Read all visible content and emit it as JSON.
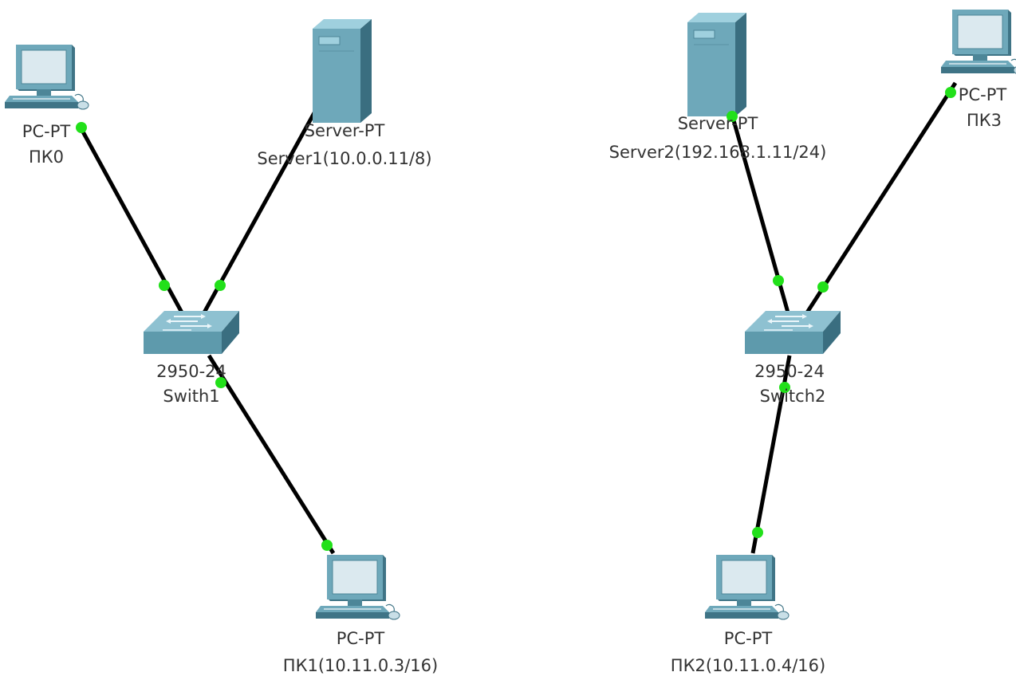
{
  "devices": {
    "pc0": {
      "model": "PC-PT",
      "name": "ПК0",
      "icon": "pc-icon"
    },
    "server1": {
      "model": "Server-PT",
      "name": "Server1(10.0.0.11/8)",
      "icon": "server-icon"
    },
    "switch1": {
      "model": "2950-24",
      "name": "Swith1",
      "icon": "switch-icon"
    },
    "pc1": {
      "model": "PC-PT",
      "name": "ПК1(10.11.0.3/16)",
      "icon": "pc-icon"
    },
    "server2": {
      "model": "Server-PT",
      "name": "Server2(192.168.1.11/24)",
      "icon": "server-icon"
    },
    "pc3": {
      "model": "PC-PT",
      "name": "ПК3",
      "icon": "pc-icon"
    },
    "switch2": {
      "model": "2950-24",
      "name": "Switch2",
      "icon": "switch-icon"
    },
    "pc2": {
      "model": "PC-PT",
      "name": "ПК2(10.11.0.4/16)",
      "icon": "pc-icon"
    }
  },
  "links": [
    {
      "from": "pc0",
      "to": "switch1"
    },
    {
      "from": "server1",
      "to": "switch1"
    },
    {
      "from": "switch1",
      "to": "pc1"
    },
    {
      "from": "server2",
      "to": "switch2"
    },
    {
      "from": "pc3",
      "to": "switch2"
    },
    {
      "from": "switch2",
      "to": "pc2"
    }
  ],
  "colors": {
    "link": "#000000",
    "port_up": "#22e01a",
    "device_body": "#5e9aac",
    "device_dark": "#3a6e80",
    "device_light": "#9fd0de",
    "screen": "#dbe9ef",
    "label": "#333333"
  }
}
